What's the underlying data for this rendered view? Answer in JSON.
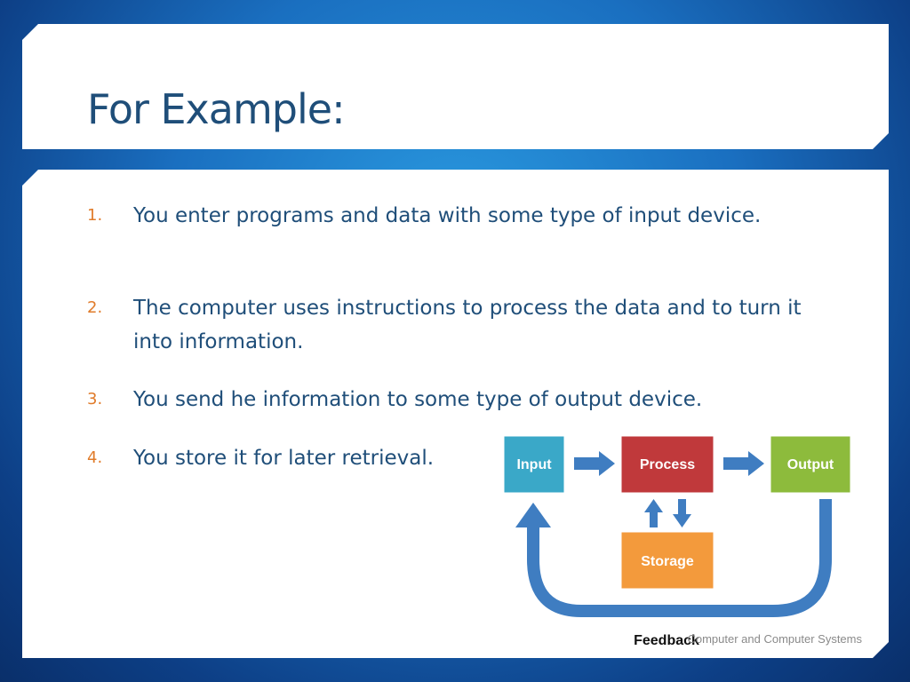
{
  "title": "For Example:",
  "list": [
    {
      "num": "1.",
      "text": "You enter programs and data with some type of input device."
    },
    {
      "num": "2.",
      "text": "The computer uses instructions to process the data and to turn it into information."
    },
    {
      "num": "3.",
      "text": "You send he information to some type of output device."
    },
    {
      "num": "4.",
      "text": "You store it for later retrieval."
    }
  ],
  "diagram": {
    "input": "Input",
    "process": "Process",
    "output": "Output",
    "storage": "Storage",
    "feedback": "Feedback",
    "colors": {
      "input": "#3aa8c8",
      "process": "#c0393b",
      "output": "#8dbb3c",
      "storage": "#f39a3c",
      "arrow": "#3f7dc1"
    }
  },
  "footer": "Computer and Computer Systems"
}
